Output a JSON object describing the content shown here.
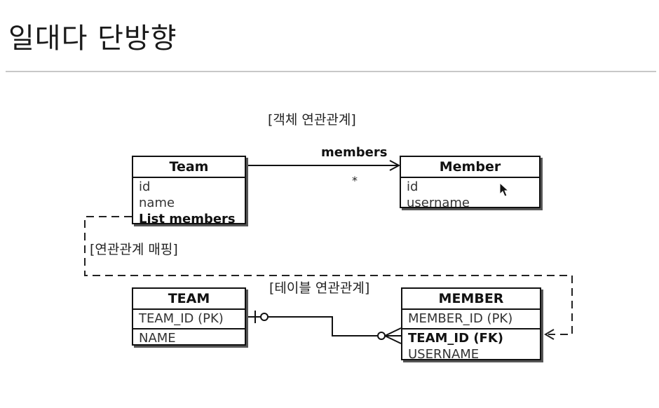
{
  "page": {
    "title": "일대다 단방향"
  },
  "captions": {
    "object_relation": "[객체 연관관계]",
    "mapping": "[연관관계 매핑]",
    "table_relation": "[테이블 연관관계]"
  },
  "object_model": {
    "team": {
      "name": "Team",
      "attributes": [
        "id",
        "name",
        "List members"
      ]
    },
    "member": {
      "name": "Member",
      "attributes": [
        "id",
        "username"
      ]
    },
    "association": {
      "label": "members",
      "multiplicity": "*"
    }
  },
  "table_model": {
    "team": {
      "name": "TEAM",
      "key_columns": [
        "TEAM_ID (PK)"
      ],
      "columns": [
        "NAME"
      ]
    },
    "member": {
      "name": "MEMBER",
      "key_columns": [
        "MEMBER_ID (PK)"
      ],
      "columns": [
        "TEAM_ID (FK)",
        "USERNAME"
      ]
    }
  }
}
